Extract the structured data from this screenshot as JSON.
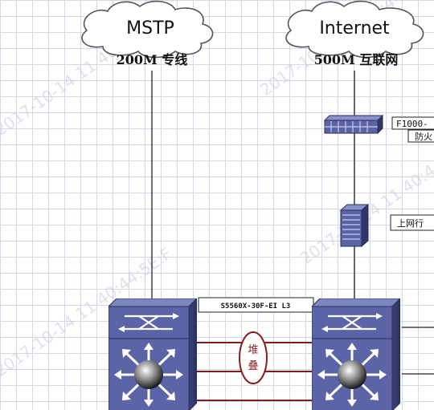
{
  "clouds": {
    "mstp": {
      "label": "MSTP",
      "link_label": "200M 专线"
    },
    "internet": {
      "label": "Internet",
      "link_label": "500M 互联网"
    }
  },
  "devices": {
    "firewall": {
      "label_line1": "F1000-",
      "label_line2": "防火"
    },
    "behavior_mgmt": {
      "label": "上网行"
    }
  },
  "core": {
    "model_label": "S5560X-30F-EI L3",
    "stack_label_top": "堆",
    "stack_label_bottom": "叠"
  },
  "colors": {
    "switch_body": "#5a64a6",
    "stack_link": "#8b1a1a",
    "cloud_stroke": "#555555"
  },
  "watermark": "2017-10-14 11 40:44:5E:F"
}
